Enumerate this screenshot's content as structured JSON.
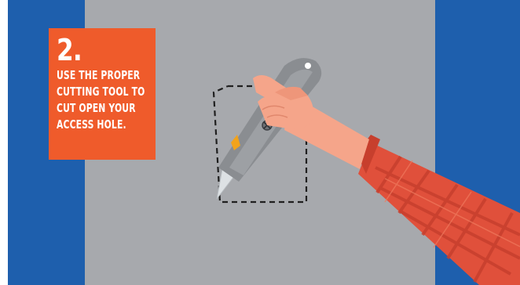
{
  "colors": {
    "side_panel": "#1e5fad",
    "wall": "#a7a9ad",
    "card": "#ef5b2b",
    "card_text": "#ffffff",
    "skin": "#f5a58a",
    "sleeve": "#e0503b",
    "knife_body": "#8a8d91",
    "blade": "#dde1e4"
  },
  "step": {
    "number": "2.",
    "lines": [
      "USE THE PROPER",
      "CUTTING TOOL TO",
      "CUT OPEN YOUR",
      "ACCESS HOLE."
    ]
  },
  "icons": [
    "utility-knife-icon",
    "hand-icon",
    "plaid-sleeve-icon",
    "dashed-cut-outline-icon"
  ]
}
